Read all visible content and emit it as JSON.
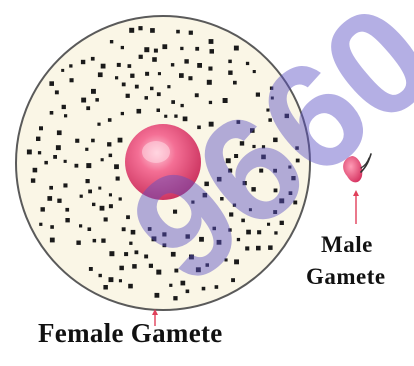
{
  "female_gamete": {
    "label": "Female Gamete"
  },
  "male_gamete": {
    "label_line1": "Male",
    "label_line2": "Gamete"
  },
  "colors": {
    "cytoplasm": "#faf6e6",
    "cell_outline": "#5a5a5a",
    "nucleus": "#e8507a",
    "nucleus_highlight": "#f7a6bc",
    "granule": "#1a1a1a",
    "pointer_arrow": "#e0405a",
    "text": "#111111",
    "watermark": "#5a4fc4"
  },
  "watermark": {
    "text": "9660"
  }
}
